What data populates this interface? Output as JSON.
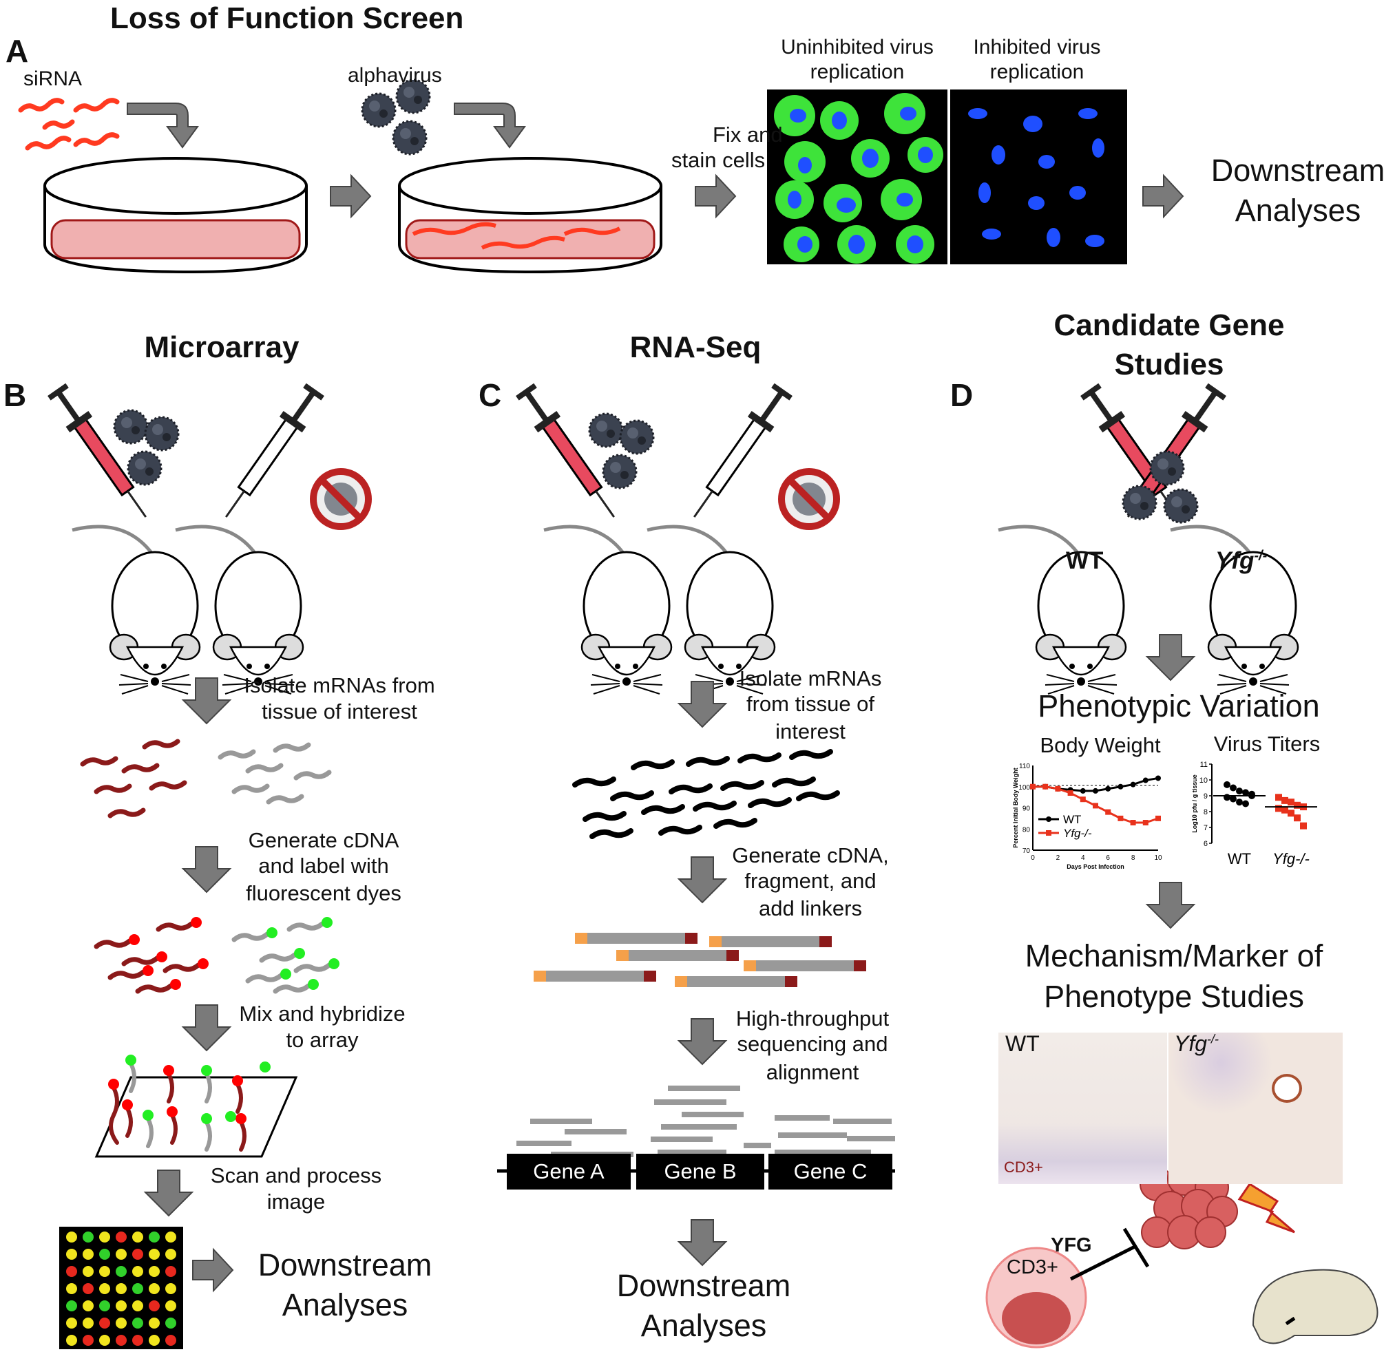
{
  "panel_a": {
    "title": "Loss of Function Screen",
    "letter": "A",
    "sirna_label": "siRNA",
    "alphavirus_label": "alphavirus",
    "fix_label_1": "Fix and",
    "fix_label_2": "stain cells",
    "uninhibited_1": "Uninhibited virus",
    "uninhibited_2": "replication",
    "inhibited_1": "Inhibited virus",
    "inhibited_2": "replication",
    "downstream_1": "Downstream",
    "downstream_2": "Analyses"
  },
  "panel_b": {
    "title": "Microarray",
    "letter": "B",
    "step1_1": "Isolate mRNAs from",
    "step1_2": "tissue of interest",
    "step2_1": "Generate cDNA",
    "step2_2": "and label with",
    "step2_3": "fluorescent dyes",
    "step3_1": "Mix and hybridize",
    "step3_2": "to array",
    "step4_1": "Scan and process",
    "step4_2": "image",
    "downstream_1": "Downstream",
    "downstream_2": "Analyses"
  },
  "panel_c": {
    "title": "RNA-Seq",
    "letter": "C",
    "step1_1": "Isolate mRNAs",
    "step1_2": "from tissue of",
    "step1_3": "interest",
    "step2_1": "Generate cDNA,",
    "step2_2": "fragment, and",
    "step2_3": "add linkers",
    "step3_1": "High-throughput",
    "step3_2": "sequencing and",
    "step3_3": "alignment",
    "gene_a": "Gene A",
    "gene_b": "Gene B",
    "gene_c": "Gene C",
    "downstream_1": "Downstream",
    "downstream_2": "Analyses"
  },
  "panel_d": {
    "title_1": "Candidate Gene",
    "title_2": "Studies",
    "letter": "D",
    "mouse_wt": "WT",
    "mouse_ko": "Yfg",
    "ko_sup": "-/-",
    "phenotypic": "Phenotypic Variation",
    "body_weight": "Body Weight",
    "virus_titers": "Virus Titers",
    "mech_1": "Mechanism/Marker of",
    "mech_2": "Phenotype Studies",
    "histo_wt": "WT",
    "histo_ko": "Yfg",
    "histo_cd3": "CD3+",
    "cd3_cell": "CD3+",
    "yfg_label": "YFG"
  },
  "chart_data": [
    {
      "type": "line",
      "title": "Body Weight",
      "xlabel": "Days Post Infection",
      "ylabel": "Percent Initial Body Weight",
      "xlim": [
        0,
        10
      ],
      "ylim": [
        70,
        110
      ],
      "x_ticks": [
        "0",
        "2",
        "4",
        "6",
        "8",
        "10"
      ],
      "y_ticks": [
        "70",
        "80",
        "90",
        "100",
        "110"
      ],
      "x": [
        1,
        2,
        3,
        4,
        5,
        6,
        7,
        8,
        9,
        10
      ],
      "series": [
        {
          "name": "WT",
          "color": "#000000",
          "values": [
            100,
            99,
            98.5,
            98,
            98,
            99,
            100,
            101,
            103,
            104
          ]
        },
        {
          "name": "Yfg-/-",
          "color": "#e8321c",
          "values": [
            100,
            99,
            97,
            94,
            91,
            88,
            85,
            83,
            83,
            85
          ]
        }
      ]
    },
    {
      "type": "scatter",
      "title": "Virus Titers",
      "ylabel": "Log10 pfu / g tissue",
      "ylim": [
        6,
        11
      ],
      "y_ticks": [
        "6",
        "7",
        "8",
        "9",
        "10",
        "11"
      ],
      "categories": [
        "WT",
        "Yfg-/-"
      ],
      "series": [
        {
          "name": "WT",
          "color": "#000000",
          "values": [
            9.7,
            9.5,
            9.3,
            9.2,
            9.0,
            8.9,
            8.8,
            8.6,
            8.5,
            9.1
          ],
          "mean": 9.0
        },
        {
          "name": "Yfg-/-",
          "color": "#e8321c",
          "values": [
            8.9,
            8.7,
            8.6,
            8.4,
            8.3,
            8.2,
            8.1,
            7.9,
            7.6,
            7.1
          ],
          "mean": 8.3
        }
      ]
    }
  ]
}
